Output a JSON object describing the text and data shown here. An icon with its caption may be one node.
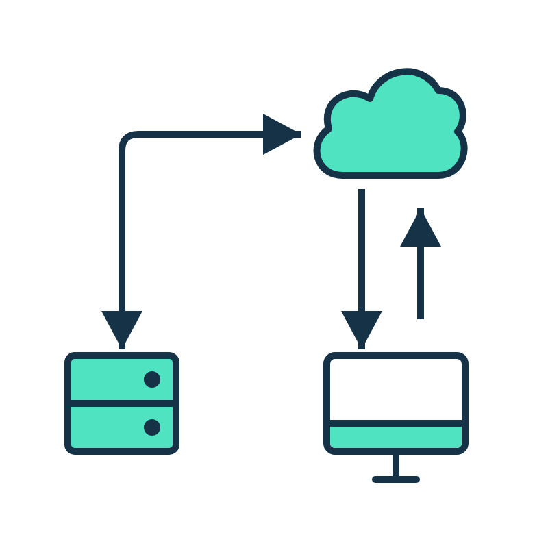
{
  "diagram": {
    "nodes": [
      {
        "text": [],
        "shape": "cloud"
      },
      {
        "text": [],
        "shape": "server"
      },
      {
        "text": [],
        "shape": "monitor"
      }
    ],
    "edges": [
      {
        "from": 1,
        "to": 0,
        "arrow": "both"
      },
      {
        "from": 0,
        "to": 2,
        "arrow": "to"
      },
      {
        "from": 2,
        "to": 0,
        "arrow": "to"
      }
    ]
  }
}
